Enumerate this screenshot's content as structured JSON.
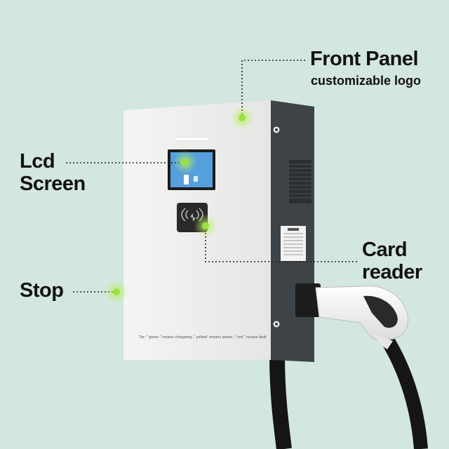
{
  "callouts": {
    "front_panel": {
      "title": "Front Panel",
      "subtitle": "customizable logo"
    },
    "lcd": {
      "line1": "Lcd",
      "line2": "Screen"
    },
    "card": {
      "line1": "Card",
      "line2": "reader"
    },
    "stop": {
      "title": "Stop"
    }
  },
  "panel_tip": "Tip: \" green \" means chargeing ,\" yellow\" means power ,\" red \" means fault",
  "colors": {
    "background": "#d3e6e0",
    "panel_front": "#eeeeec",
    "panel_side": "#3d4347",
    "marker": "#9be23a"
  }
}
